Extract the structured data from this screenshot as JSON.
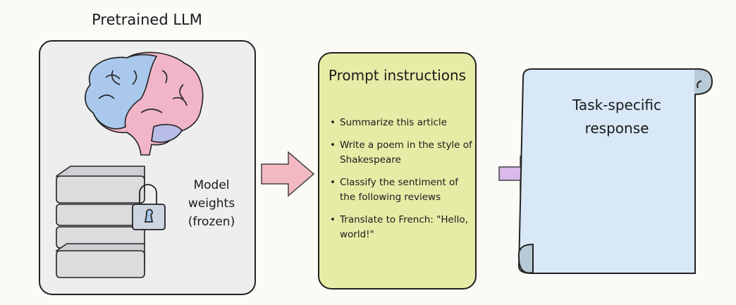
{
  "left_panel": {
    "title": "Pretrained LLM",
    "weights_label": "Model weights (frozen)",
    "icons": [
      "brain-icon",
      "database-stack-icon",
      "lock-icon"
    ]
  },
  "prompt_panel": {
    "title": "Prompt instructions",
    "items": [
      "Summarize this article",
      "Write a poem in the style of Shakespeare",
      "Classify the sentiment of the following reviews",
      "Translate to French: \"Hello, world!\""
    ]
  },
  "response_panel": {
    "title": "Task-specific response"
  },
  "colors": {
    "left_bg": "#eeeeee",
    "prompt_bg": "#e6eca6",
    "response_bg": "#d8e8f7",
    "arrow1": "#f2b9c2",
    "arrow2": "#d9b8ea",
    "brain_blue": "#a9c8ec",
    "brain_pink": "#f0b5c6"
  }
}
